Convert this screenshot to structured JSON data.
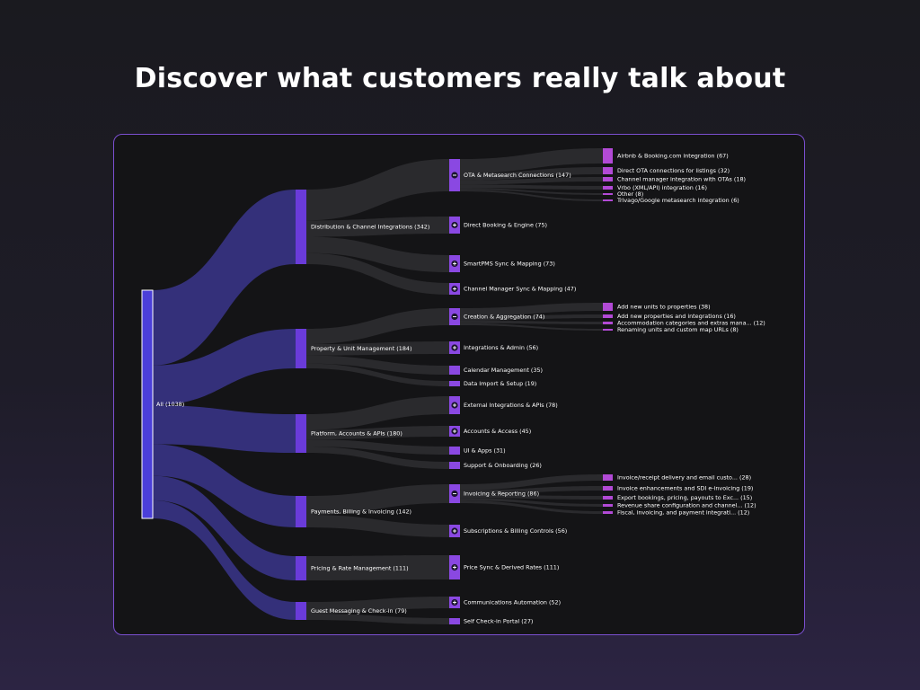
{
  "headline": "Discover what customers really talk about",
  "colors": {
    "root": "#4b3fd9",
    "l1_node": "#6a3bd9",
    "l2_node": "#8a48e2",
    "l3_node": "#b24ad6",
    "root_link": "#34307a",
    "dim_link": "#2a2a2d",
    "panel_border": "#7b4fd0"
  },
  "tree": {
    "root": {
      "label": "All (1038)"
    },
    "level1": [
      {
        "label": "Distribution & Channel Integrations (342)"
      },
      {
        "label": "Property & Unit Management (184)"
      },
      {
        "label": "Platform, Accounts & APIs (180)"
      },
      {
        "label": "Payments, Billing & Invoicing (142)"
      },
      {
        "label": "Pricing & Rate Management (111)"
      },
      {
        "label": "Guest Messaging & Check-in (79)"
      }
    ],
    "level2": [
      {
        "label": "OTA & Metasearch Connections (147)",
        "toggle": "−"
      },
      {
        "label": "Direct Booking & Engine (75)",
        "toggle": "+"
      },
      {
        "label": "SmartPMS Sync & Mapping (73)",
        "toggle": "+"
      },
      {
        "label": "Channel Manager Sync & Mapping (47)",
        "toggle": "+"
      },
      {
        "label": "Creation & Aggregation (74)",
        "toggle": "−"
      },
      {
        "label": "Integrations & Admin (56)",
        "toggle": "+"
      },
      {
        "label": "Calendar Management (35)",
        "toggle": ""
      },
      {
        "label": "Data Import & Setup (19)",
        "toggle": ""
      },
      {
        "label": "External Integrations & APIs (78)",
        "toggle": "+"
      },
      {
        "label": "Accounts & Access (45)",
        "toggle": "+"
      },
      {
        "label": "UI & Apps (31)",
        "toggle": ""
      },
      {
        "label": "Support & Onboarding (26)",
        "toggle": ""
      },
      {
        "label": "Invoicing & Reporting (86)",
        "toggle": "−"
      },
      {
        "label": "Subscriptions & Billing Controls (56)",
        "toggle": "+"
      },
      {
        "label": "Price Sync & Derived Rates (111)",
        "toggle": "+"
      },
      {
        "label": "Communications Automation (52)",
        "toggle": "+"
      },
      {
        "label": "Self Check-in Portal (27)",
        "toggle": ""
      }
    ],
    "level3": [
      {
        "label": "Airbnb & Booking.com integration (67)"
      },
      {
        "label": "Direct OTA connections for listings (32)"
      },
      {
        "label": "Channel manager integration with OTAs (18)"
      },
      {
        "label": "Vrbo (XML/API) integration (16)"
      },
      {
        "label": "Other (8)"
      },
      {
        "label": "Trivago/Google metasearch integration (6)"
      },
      {
        "label": "Add new units to properties (38)"
      },
      {
        "label": "Add new properties and integrations (16)"
      },
      {
        "label": "Accommodation categories and extras mana... (12)"
      },
      {
        "label": "Renaming units and custom map URLs (8)"
      },
      {
        "label": "Invoice/receipt delivery and email custo... (28)"
      },
      {
        "label": "Invoice enhancements and SDI e-invoicing (19)"
      },
      {
        "label": "Export bookings, pricing, payouts to Exc... (15)"
      },
      {
        "label": "Revenue share configuration and channel... (12)"
      },
      {
        "label": "Fiscal, invoicing, and payment integrati... (12)"
      }
    ]
  }
}
